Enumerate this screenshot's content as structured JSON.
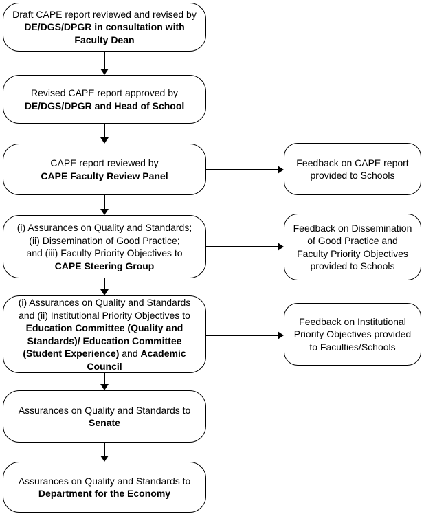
{
  "colors": {
    "background": "#ffffff",
    "border": "#000000",
    "text": "#000000",
    "arrow": "#000000"
  },
  "flow": {
    "nodes": [
      {
        "id": "draft-report",
        "lines": [
          [
            {
              "text": "Draft CAPE report reviewed and revised by",
              "bold": false
            }
          ],
          [
            {
              "text": "DE/DGS/DPGR in consultation with",
              "bold": true
            }
          ],
          [
            {
              "text": "Faculty Dean",
              "bold": true
            }
          ]
        ]
      },
      {
        "id": "revised-report",
        "lines": [
          [
            {
              "text": "Revised CAPE report approved by",
              "bold": false
            }
          ],
          [
            {
              "text": "DE/DGS/DPGR and Head of School",
              "bold": true
            }
          ]
        ]
      },
      {
        "id": "review-panel",
        "lines": [
          [
            {
              "text": "CAPE report reviewed by",
              "bold": false
            }
          ],
          [
            {
              "text": "CAPE Faculty Review Panel",
              "bold": true
            }
          ]
        ]
      },
      {
        "id": "steering-group",
        "lines": [
          [
            {
              "text": "(i) Assurances on Quality and Standards;",
              "bold": false
            }
          ],
          [
            {
              "text": "(ii) Dissemination of Good Practice;",
              "bold": false
            }
          ],
          [
            {
              "text": "and (iii) Faculty Priority Objectives to",
              "bold": false
            }
          ],
          [
            {
              "text": "CAPE Steering Group",
              "bold": true
            }
          ]
        ]
      },
      {
        "id": "committees",
        "lines": [
          [
            {
              "text": "(i) Assurances on Quality and Standards",
              "bold": false
            }
          ],
          [
            {
              "text": "and (ii) Institutional Priority Objectives to",
              "bold": false
            }
          ],
          [
            {
              "text": "Education Committee (Quality and",
              "bold": true
            }
          ],
          [
            {
              "text": "Standards)/ Education Committee",
              "bold": true
            }
          ],
          [
            {
              "text": "(Student Experience)",
              "bold": true
            },
            {
              "text": " and ",
              "bold": false
            },
            {
              "text": "Academic",
              "bold": true
            }
          ],
          [
            {
              "text": "Council",
              "bold": true
            }
          ]
        ]
      },
      {
        "id": "senate",
        "lines": [
          [
            {
              "text": "Assurances on Quality and Standards to",
              "bold": false
            }
          ],
          [
            {
              "text": "Senate",
              "bold": true
            }
          ]
        ]
      },
      {
        "id": "economy",
        "lines": [
          [
            {
              "text": "Assurances on Quality and Standards to",
              "bold": false
            }
          ],
          [
            {
              "text": "Department for the Economy",
              "bold": true
            }
          ]
        ]
      }
    ],
    "side_nodes": [
      {
        "id": "feedback-cape-report",
        "lines": [
          "Feedback on CAPE report",
          "provided to Schools"
        ]
      },
      {
        "id": "feedback-good-practice",
        "lines": [
          "Feedback on Dissemination",
          "of Good Practice and",
          "Faculty Priority Objectives",
          "provided to Schools"
        ]
      },
      {
        "id": "feedback-institutional",
        "lines": [
          "Feedback on Institutional",
          "Priority Objectives provided",
          "to Faculties/Schools"
        ]
      }
    ]
  }
}
